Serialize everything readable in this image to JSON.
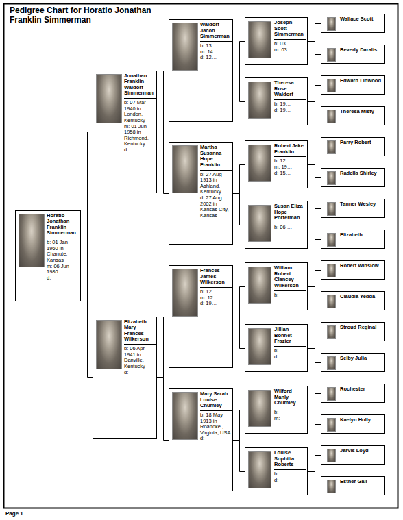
{
  "diagram": {
    "title": "Pedigree Chart for Horatio Jonathan Franklin Simmerman",
    "nodes": [
      {
        "text": [
          "Horatio Jonathan Franklin Simmerman",
          "b: 01 Jan 1960 in Chanute, Kansas",
          "m: 06 Jun 1980",
          "d:"
        ]
      },
      {
        "text": [
          "Jonathan Franklin Waldorf Simmerman",
          "b: 07 Mar 1940 in London, Kentucky",
          "m: 01 Jun 1958 in Richmond, Kentucky",
          "d:"
        ]
      },
      {
        "text": [
          "Elizabeth Mary Frances Wilkerson",
          "b: 06 Apr 1941 in Danville, Kentucky",
          "d:"
        ]
      },
      {
        "text": [
          "Waldorf Jacob Simmerman",
          "b: 13…",
          "m: 14…",
          "d: 12…"
        ]
      },
      {
        "text": [
          "Martha Susanna Hope Franklin",
          "b: 27 Aug 1913 in Ashland, Kentucky",
          "d: 27 Aug 2002 in Kansas City, Kansas"
        ]
      },
      {
        "text": [
          "Frances James Wilkerson",
          "b: 12…",
          "m: 12…",
          "d: 19…"
        ]
      },
      {
        "text": [
          "Mary Sarah Louise Chumley",
          "b: 18 May 1913 in Roanoke , Virginia, USA",
          "d:"
        ]
      },
      {
        "text": [
          "Joseph Scott Simmerman",
          "b: 03…",
          "m: 03…"
        ]
      },
      {
        "text": [
          "Theresa Rose Waldorf",
          "b: 19…",
          "d: 19…"
        ]
      },
      {
        "text": [
          "Robert Jake Franklin",
          "b: 12…",
          "m: 19…",
          "d: 15…"
        ]
      },
      {
        "text": [
          "Susan Eliza Hope Porterman",
          "b: 06 …"
        ]
      },
      {
        "text": [
          "William Robert Clancey Wilkerson",
          "b:"
        ]
      },
      {
        "text": [
          "Jillian Bonnet Frazier",
          "b:",
          "d:"
        ]
      },
      {
        "text": [
          "Wilford Manly Chumley",
          "b:",
          "m:"
        ]
      },
      {
        "text": [
          "Louise Sophilia Roberts",
          "b:",
          "d:"
        ]
      },
      {
        "text": [
          "Wallace Scott"
        ]
      },
      {
        "text": [
          "Beverly Daralis"
        ]
      },
      {
        "text": [
          "Edward Linwood"
        ]
      },
      {
        "text": [
          "Theresa Misty"
        ]
      },
      {
        "text": [
          "Parry Robert"
        ]
      },
      {
        "text": [
          "Radella Shirley"
        ]
      },
      {
        "text": [
          "Tanner Wesley"
        ]
      },
      {
        "text": [
          "Elizabeth"
        ]
      },
      {
        "text": [
          "Robert Winslow"
        ]
      },
      {
        "text": [
          "Claudia Yedda"
        ]
      },
      {
        "text": [
          "Stroud Reginal"
        ]
      },
      {
        "text": [
          "Selby Julia"
        ]
      },
      {
        "text": [
          "Rochester"
        ]
      },
      {
        "text": [
          "Kaelyn Holly"
        ]
      },
      {
        "text": [
          "Jarvis Loyd"
        ]
      },
      {
        "text": [
          "Esther Gail"
        ]
      }
    ],
    "edges": [
      {
        "from": 0,
        "to": 1,
        "arrow": "none"
      },
      {
        "from": 0,
        "to": 2,
        "arrow": "none"
      },
      {
        "from": 1,
        "to": 3,
        "arrow": "none"
      },
      {
        "from": 1,
        "to": 4,
        "arrow": "none"
      },
      {
        "from": 2,
        "to": 5,
        "arrow": "none"
      },
      {
        "from": 2,
        "to": 6,
        "arrow": "none"
      },
      {
        "from": 3,
        "to": 7,
        "arrow": "none"
      },
      {
        "from": 3,
        "to": 8,
        "arrow": "none"
      },
      {
        "from": 4,
        "to": 9,
        "arrow": "none"
      },
      {
        "from": 4,
        "to": 10,
        "arrow": "none"
      },
      {
        "from": 5,
        "to": 11,
        "arrow": "none"
      },
      {
        "from": 5,
        "to": 12,
        "arrow": "none"
      },
      {
        "from": 6,
        "to": 13,
        "arrow": "none"
      },
      {
        "from": 6,
        "to": 14,
        "arrow": "none"
      },
      {
        "from": 7,
        "to": 15,
        "arrow": "none"
      },
      {
        "from": 7,
        "to": 16,
        "arrow": "none"
      },
      {
        "from": 8,
        "to": 17,
        "arrow": "none"
      },
      {
        "from": 8,
        "to": 18,
        "arrow": "none"
      },
      {
        "from": 9,
        "to": 19,
        "arrow": "none"
      },
      {
        "from": 9,
        "to": 20,
        "arrow": "none"
      },
      {
        "from": 10,
        "to": 21,
        "arrow": "none"
      },
      {
        "from": 10,
        "to": 22,
        "arrow": "none"
      },
      {
        "from": 11,
        "to": 23,
        "arrow": "none"
      },
      {
        "from": 11,
        "to": 24,
        "arrow": "none"
      },
      {
        "from": 12,
        "to": 25,
        "arrow": "none"
      },
      {
        "from": 12,
        "to": 26,
        "arrow": "none"
      },
      {
        "from": 13,
        "to": 27,
        "arrow": "none"
      },
      {
        "from": 13,
        "to": 28,
        "arrow": "none"
      },
      {
        "from": 14,
        "to": 29,
        "arrow": "none"
      },
      {
        "from": 14,
        "to": 30,
        "arrow": "none"
      }
    ],
    "labels": [
      "Page 1"
    ]
  }
}
